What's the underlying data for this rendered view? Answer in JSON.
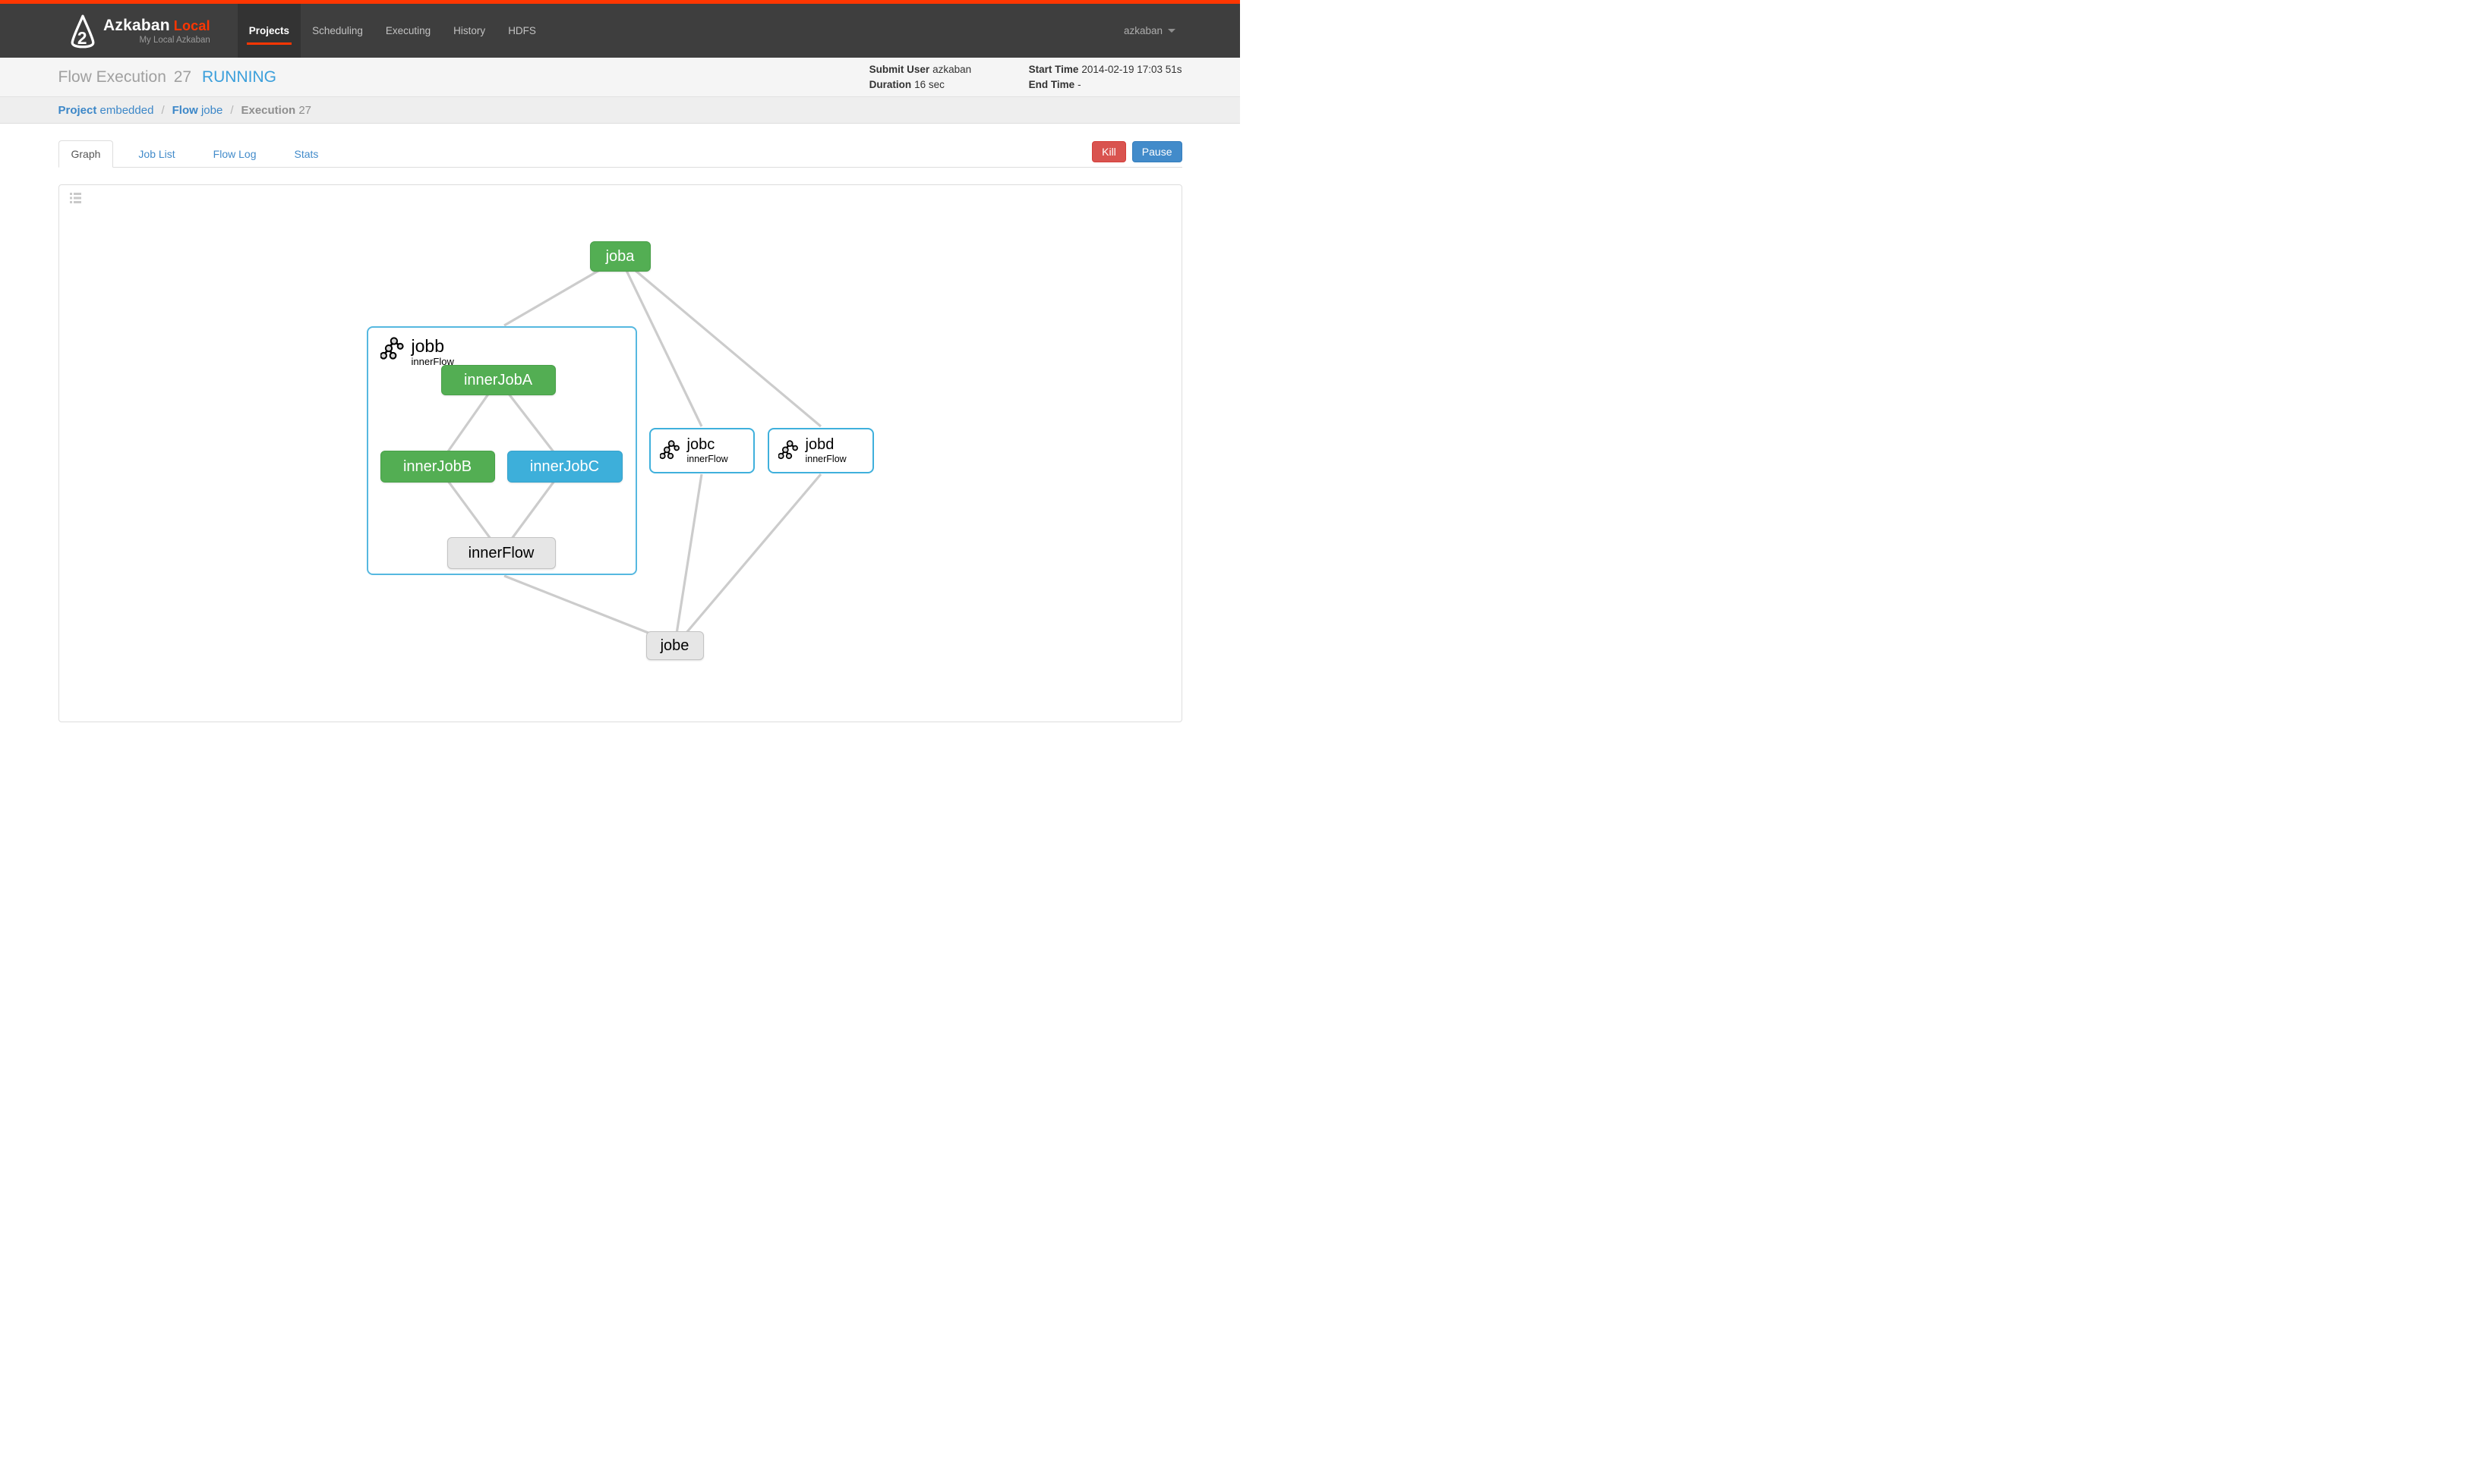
{
  "navbar": {
    "brand": {
      "name": "Azkaban",
      "suffix": "Local",
      "subtitle": "My Local Azkaban"
    },
    "items": [
      {
        "label": "Projects",
        "active": true
      },
      {
        "label": "Scheduling",
        "active": false
      },
      {
        "label": "Executing",
        "active": false
      },
      {
        "label": "History",
        "active": false
      },
      {
        "label": "HDFS",
        "active": false
      }
    ],
    "user": "azkaban"
  },
  "header": {
    "title_prefix": "Flow Execution",
    "execution_id": "27",
    "status": "RUNNING",
    "info": {
      "submit_user_label": "Submit User",
      "submit_user": "azkaban",
      "duration_label": "Duration",
      "duration": "16 sec",
      "start_time_label": "Start Time",
      "start_time": "2014-02-19 17:03 51s",
      "end_time_label": "End Time",
      "end_time": "-"
    }
  },
  "breadcrumb": {
    "separator": "/",
    "project_label": "Project",
    "project": "embedded",
    "flow_label": "Flow",
    "flow": "jobe",
    "execution_label": "Execution",
    "execution": "27"
  },
  "tabs": [
    {
      "label": "Graph",
      "active": true
    },
    {
      "label": "Job List",
      "active": false
    },
    {
      "label": "Flow Log",
      "active": false
    },
    {
      "label": "Stats",
      "active": false
    }
  ],
  "actions": {
    "kill": "Kill",
    "pause": "Pause"
  },
  "graph": {
    "nodes": [
      {
        "id": "joba",
        "label": "joba",
        "status": "succeeded"
      },
      {
        "id": "jobb",
        "label": "jobb",
        "subtitle": "innerFlow",
        "type": "embedded-flow-expanded"
      },
      {
        "id": "innerJobA",
        "label": "innerJobA",
        "status": "succeeded"
      },
      {
        "id": "innerJobB",
        "label": "innerJobB",
        "status": "succeeded"
      },
      {
        "id": "innerJobC",
        "label": "innerJobC",
        "status": "running"
      },
      {
        "id": "innerFlow",
        "label": "innerFlow",
        "status": "ready"
      },
      {
        "id": "jobc",
        "label": "jobc",
        "subtitle": "innerFlow",
        "type": "embedded-flow-collapsed"
      },
      {
        "id": "jobd",
        "label": "jobd",
        "subtitle": "innerFlow",
        "type": "embedded-flow-collapsed"
      },
      {
        "id": "jobe",
        "label": "jobe",
        "status": "ready"
      }
    ],
    "edges": [
      [
        "joba",
        "jobb"
      ],
      [
        "joba",
        "jobc"
      ],
      [
        "joba",
        "jobd"
      ],
      [
        "innerJobA",
        "innerJobB"
      ],
      [
        "innerJobA",
        "innerJobC"
      ],
      [
        "innerJobB",
        "innerFlow"
      ],
      [
        "innerJobC",
        "innerFlow"
      ],
      [
        "jobb",
        "jobe"
      ],
      [
        "jobc",
        "jobe"
      ],
      [
        "jobd",
        "jobe"
      ]
    ]
  },
  "colors": {
    "accent_orange": "#FF3601",
    "navbar_bg": "#3E3E3E",
    "status_running_text": "#3B9FDB",
    "node_succeeded": "#53AE53",
    "node_running": "#3DAFDA",
    "node_ready": "#E6E6E6",
    "flow_box_border": "#3FB0DC",
    "edge": "#CCCCCC",
    "kill_button": "#D9534F",
    "pause_button": "#428BCA",
    "link": "#428BCA"
  }
}
